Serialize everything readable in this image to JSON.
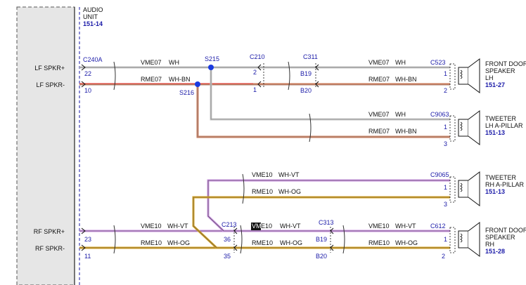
{
  "audio_unit": {
    "title_line1": "AUDIO",
    "title_line2": "UNIT",
    "ref": "151-14"
  },
  "pins": {
    "lf_plus": {
      "label": "LF SPKR+",
      "pin": "22"
    },
    "lf_minus": {
      "label": "LF SPKR-",
      "pin": "10"
    },
    "rf_plus": {
      "label": "RF SPKR+",
      "pin": "23"
    },
    "rf_minus": {
      "label": "RF SPKR-",
      "pin": "11"
    }
  },
  "connectors": {
    "c240a": "C240A",
    "c210": "C210",
    "c311": "C311",
    "c523": "C523",
    "c9063": "C9063",
    "c9065": "C9065",
    "c213": "C213",
    "c313": "C313",
    "c612": "C612"
  },
  "splices": {
    "s215": "S215",
    "s216": "S216"
  },
  "pin_numbers": {
    "c210_2": "2",
    "c210_1": "1",
    "c311_b19": "B19",
    "c311_b20": "B20",
    "c523_1": "1",
    "c523_2": "2",
    "c9063_1": "1",
    "c9063_3": "3",
    "c9065_1": "1",
    "c9065_3": "3",
    "c213_36": "36",
    "c213_35": "35",
    "c313_b19": "B19",
    "c313_b20": "B20",
    "c612_1": "1",
    "c612_2": "2"
  },
  "wires": {
    "vme07": "VME07",
    "rme07": "RME07",
    "vme10": "VME10",
    "rme10": "RME10",
    "vme10_hl_a": "VM",
    "vme10_hl_b": "E10",
    "wh": "WH",
    "wh_bn": "WH-BN",
    "wh_vt": "WH-VT",
    "wh_og": "WH-OG"
  },
  "speakers": {
    "front_lh": {
      "line1": "FRONT DOOR",
      "line2": "SPEAKER",
      "line3": "LH",
      "ref": "151-27"
    },
    "tweeter_lh": {
      "line1": "TWEETER",
      "line2": "LH A-PILLAR",
      "ref": "151-13"
    },
    "tweeter_rh": {
      "line1": "TWEETER",
      "line2": "RH A-PILLAR",
      "ref": "151-13"
    },
    "front_rh": {
      "line1": "FRONT DOOR",
      "line2": "SPEAKER",
      "line3": "RH",
      "ref": "151-28"
    }
  },
  "colors": {
    "wire_white": "#c8c8c8",
    "wire_brown": "#c87a5a",
    "wire_red": "#e03030",
    "wire_violet": "#c890e0",
    "wire_orange": "#d4a020",
    "connector_blue": "#1a1aa8",
    "module_fill": "#e6e6e6"
  }
}
